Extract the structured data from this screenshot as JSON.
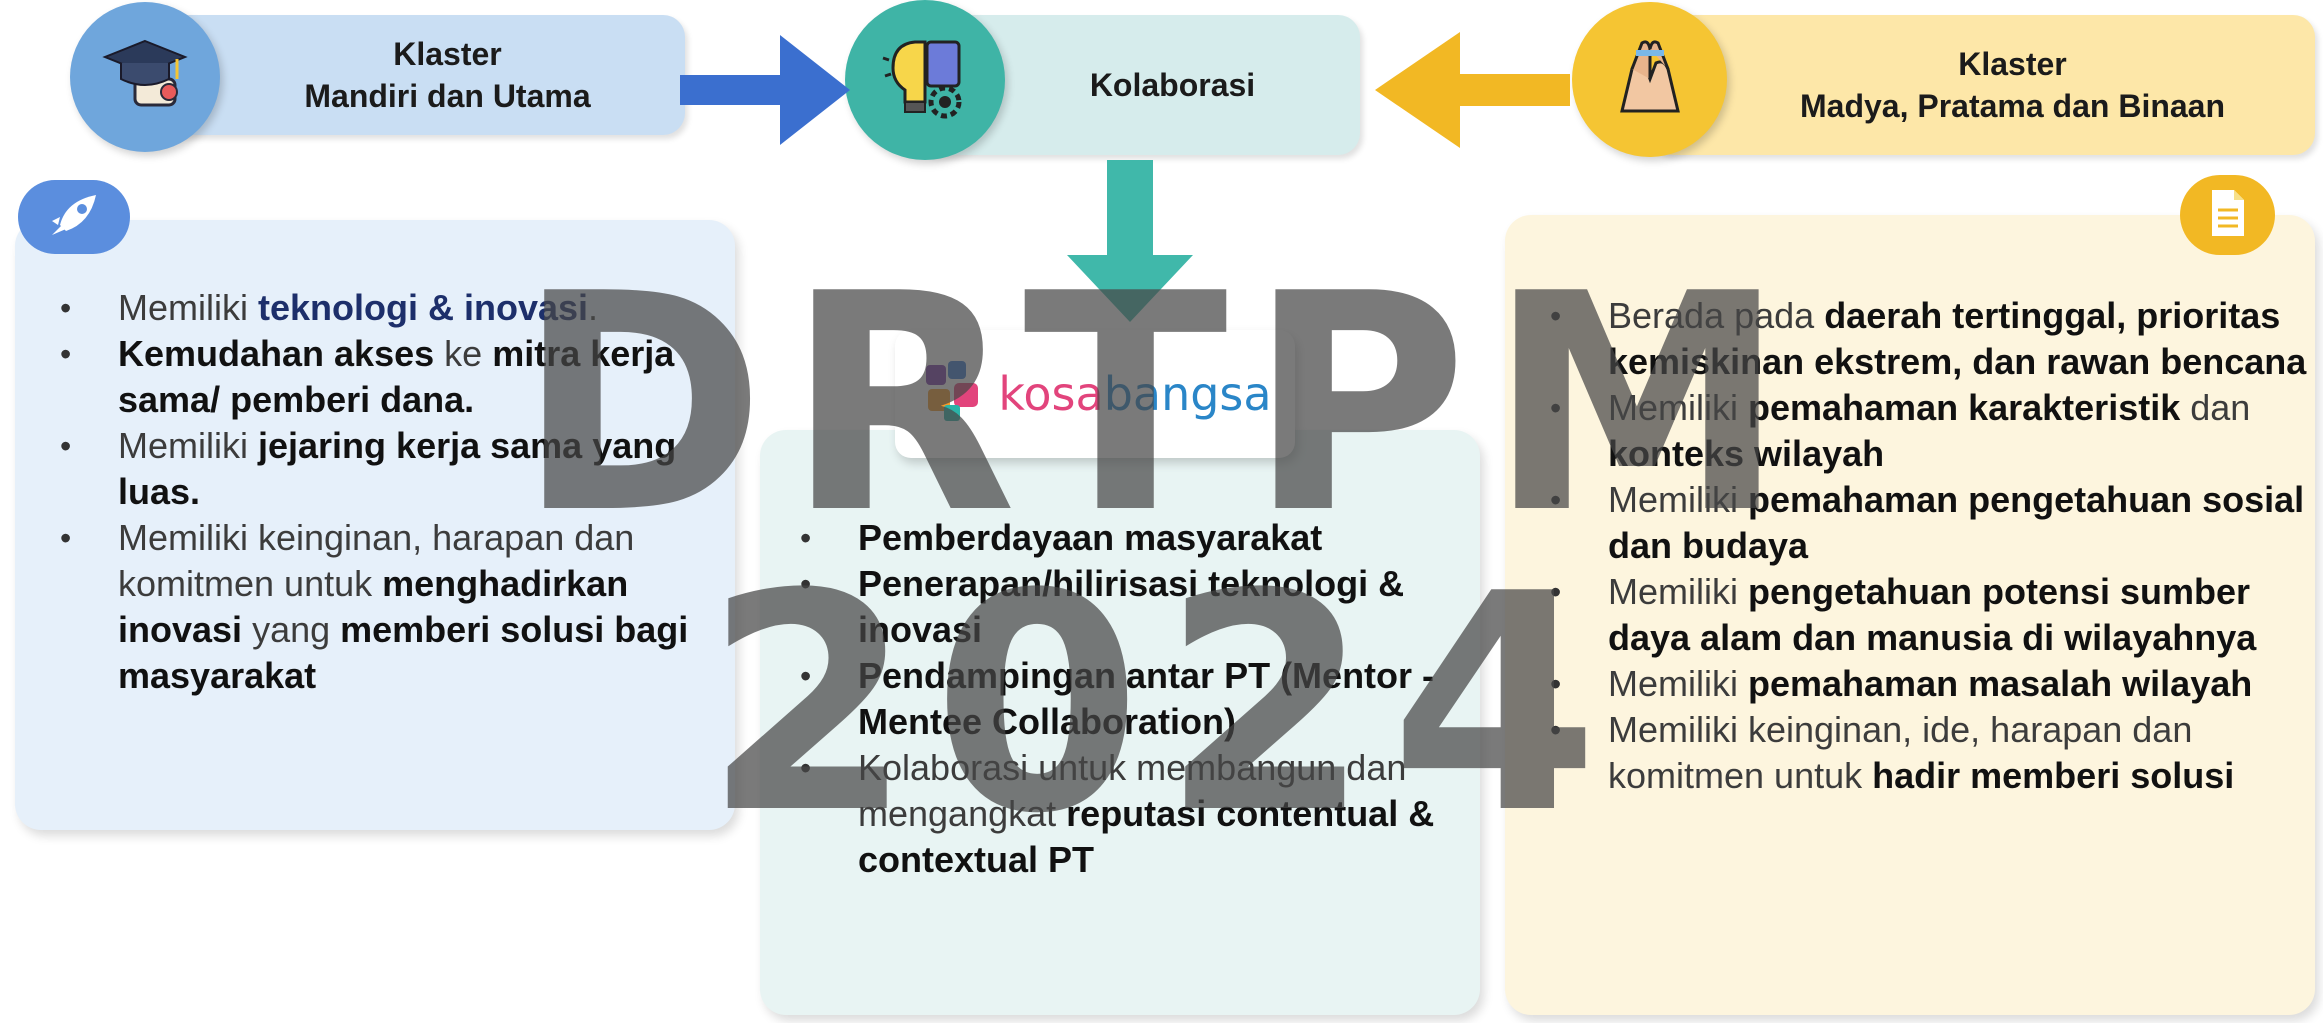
{
  "nodes": {
    "left": {
      "line1": "Klaster",
      "line2": "Mandiri dan Utama"
    },
    "center": {
      "label": "Kolaborasi"
    },
    "right": {
      "line1": "Klaster",
      "line2": "Madya, Pratama dan Binaan"
    }
  },
  "logo": {
    "part1": "kosa",
    "part2": "bangsa"
  },
  "watermark": {
    "text": "DRTPM 2024"
  },
  "left_panel": {
    "items": [
      {
        "t1": "Memiliki ",
        "b1": "teknologi & inovasi",
        "t2": "."
      },
      {
        "b1": "Kemudahan akses",
        "t1": " ke ",
        "b2": "mitra kerja sama/ pemberi dana."
      },
      {
        "t1": "Memiliki ",
        "b1": "jejaring kerja sama yang luas."
      },
      {
        "t1": "Memiliki keinginan, harapan dan komitmen untuk ",
        "b1": "menghadirkan inovasi",
        "t2": " yang ",
        "b2": "memberi solusi bagi masyarakat"
      }
    ]
  },
  "center_panel": {
    "items": [
      {
        "b1": "Pemberdayaan masyarakat"
      },
      {
        "b1": "Penerapan/hilirisasi teknologi & inovasi"
      },
      {
        "b1": "Pendampingan antar PT (Mentor - Mentee Collaboration)"
      },
      {
        "t1": "Kolaborasi untuk membangun dan mengangkat ",
        "b1": "reputasi contentual & contextual PT"
      }
    ]
  },
  "right_panel": {
    "items": [
      {
        "t1": "Berada pada ",
        "b1": "daerah tertinggal, prioritas kemiskinan ekstrem, dan rawan bencana"
      },
      {
        "t1": "Memiliki ",
        "b1": "pemahaman karakteristik",
        "t2": " dan ",
        "b2": "konteks wilayah"
      },
      {
        "t1": "Memiliki ",
        "b1": "pemahaman pengetahuan sosial dan budaya"
      },
      {
        "t1": "Memiliki ",
        "b1": "pengetahuan potensi sumber daya alam dan manusia di wilayahnya"
      },
      {
        "t1": "Memiliki ",
        "b1": "pemahaman masalah wilayah"
      },
      {
        "t1": "Memiliki keinginan, ide, harapan dan komitmen untuk ",
        "b1": "hadir memberi solusi"
      }
    ]
  },
  "icons": {
    "left": "graduation-cap-diploma-icon",
    "center": "lightbulb-gear-icon",
    "right": "hands-together-icon",
    "left_panel_badge": "rocket-icon",
    "right_panel_badge": "document-icon"
  },
  "colors": {
    "left_header": "#c9def3",
    "left_circle": "#6fa6dc",
    "center_header": "#d6ecec",
    "center_circle": "#3fb4a6",
    "right_header": "#fde7a8",
    "right_circle": "#f5c533",
    "blue_arrow": "#3b6fcf",
    "yellow_arrow": "#f2b824",
    "teal_arrow": "#40b8aa",
    "left_panel": "#e6f0fa",
    "center_panel": "#e8f4f3",
    "right_panel": "#fdf5de"
  }
}
